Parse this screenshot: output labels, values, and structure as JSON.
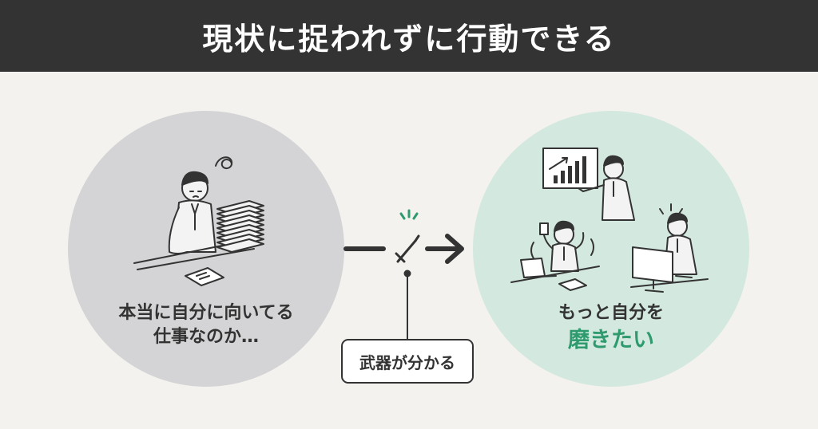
{
  "header": {
    "title": "現状に捉われずに行動できる"
  },
  "left": {
    "caption_line1": "本当に自分に向いてる",
    "caption_line2": "仕事なのか…"
  },
  "right": {
    "caption_line1": "もっと自分を",
    "caption_highlight": "磨きたい"
  },
  "center": {
    "label": "武器が分かる"
  },
  "colors": {
    "header_bg": "#333333",
    "background": "#f3f2ee",
    "left_circle": "#d4d4d6",
    "right_circle": "#d3e8df",
    "accent": "#2e9a6e"
  },
  "icons": [
    "worried-worker-illustration",
    "sword-icon",
    "arrow-right-icon",
    "presenting-worker-illustration",
    "busy-worker-illustration",
    "computer-worker-illustration"
  ]
}
